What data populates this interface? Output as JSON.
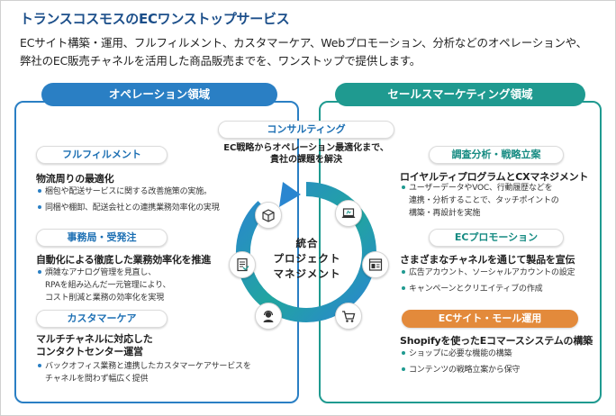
{
  "title": "トランスコスモスのECワンストップサービス",
  "intro": {
    "line1": "ECサイト構築・運用、フルフィルメント、カスタマーケア、Webプロモーション、分析などのオペレーションや、",
    "line2": "弊社のEC販売チャネルを活用した商品販売までを、ワンストップで提供します。"
  },
  "left_panel": {
    "header": "オペレーション領域",
    "sections": [
      {
        "pill": "フルフィルメント",
        "heading": "物流周りの最適化",
        "bullets": [
          [
            "梱包や配送サービスに関する改善施策の実施。"
          ],
          [
            "同梱や棚卸、配送会社との連携業務効率化の実現"
          ]
        ]
      },
      {
        "pill": "事務局・受発注",
        "heading": "自動化による徹底した業務効率化を推進",
        "bullets": [
          [
            "煩雑なアナログ管理を見直し、",
            "RPAを組み込んだ一元管理により、",
            "コスト削減と業務の効率化を実現"
          ]
        ]
      },
      {
        "pill": "カスタマーケア",
        "heading_lines": [
          "マルチチャネルに対応した",
          "コンタクトセンター運営"
        ],
        "bullets": [
          [
            "バックオフィス業務と連携したカスタマーケアサービスを",
            "チャネルを問わず幅広く提供"
          ]
        ]
      }
    ]
  },
  "right_panel": {
    "header": "セールスマーケティング領域",
    "sections": [
      {
        "pill": "調査分析・戦略立案",
        "heading": "ロイヤルティプログラムとCXマネジメント",
        "bullets": [
          [
            "ユーザーデータやVOC、行動履歴などを",
            "連携・分析することで、タッチポイントの",
            "構築・再設計を実施"
          ]
        ]
      },
      {
        "pill": "ECプロモーション",
        "heading": "さまざまなチャネルを通じて製品を宣伝",
        "bullets": [
          [
            "広告アカウント、ソーシャルアカウントの設定"
          ],
          [
            "キャンペーンとクリエイティブの作成"
          ]
        ]
      },
      {
        "pill": "ECサイト・モール運用",
        "heading": "Shopifyを使ったEコマースシステムの構築",
        "bullets": [
          [
            "ショップに必要な機能の構築"
          ],
          [
            "コンテンツの戦略立案から保守"
          ]
        ]
      }
    ]
  },
  "center": {
    "consulting_pill": "コンサルティング",
    "consulting_text_line1": "EC戦略からオペレーション最適化まで、",
    "consulting_text_line2": "貴社の課題を解決",
    "label_line1": "統合",
    "label_line2": "プロジェクト",
    "label_line3": "マネジメント",
    "icons": [
      "box-icon",
      "laptop-icon",
      "browser-icon",
      "cart-icon",
      "headset-icon",
      "checklist-icon"
    ]
  },
  "colors": {
    "operation_blue": "#2a7fc4",
    "sales_teal": "#1f9a90",
    "orange_accent": "#e38a3b",
    "title_blue": "#1c4f8a"
  }
}
